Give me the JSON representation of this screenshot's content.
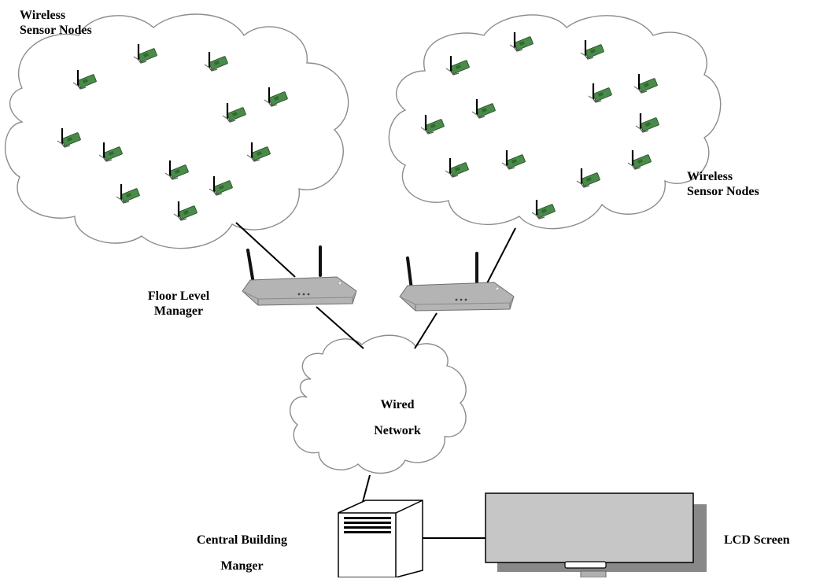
{
  "labels": {
    "wsn_left": [
      "Wireless",
      "Sensor Nodes"
    ],
    "wsn_right": [
      "Wireless",
      "Sensor Nodes"
    ],
    "floor_manager": [
      "Floor Level",
      "Manager"
    ],
    "wired_network": [
      "Wired",
      "Network"
    ],
    "central_manager": [
      "Central Building",
      "Manger"
    ],
    "lcd": "LCD Screen"
  },
  "colors": {
    "line": "#000000",
    "node_board": "#4a8a4a",
    "router_body": "#a9a9a9",
    "lcd_face": "#c6c6c6",
    "lcd_shadow": "#888888"
  },
  "icons": {
    "sensor_node": "wireless-card-icon",
    "router": "wireless-router-icon",
    "server": "server-tower-icon",
    "display": "lcd-monitor-icon"
  }
}
